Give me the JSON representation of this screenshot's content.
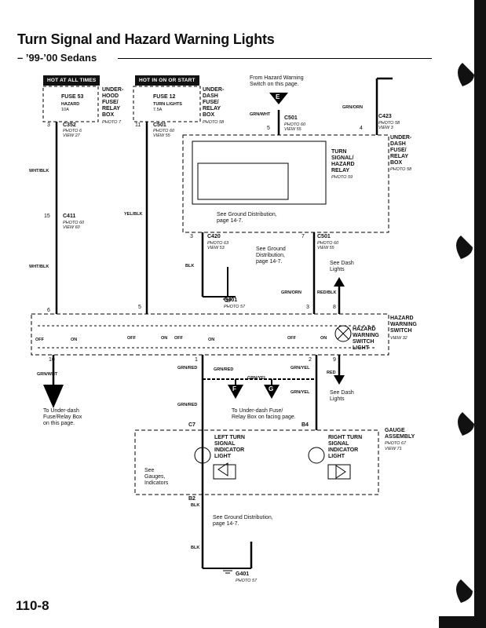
{
  "header": {
    "title": "Turn Signal and Hazard Warning Lights",
    "subtitle": "– ’99-’00 Sedans"
  },
  "page_number": "110-8",
  "hot_labels": {
    "left": "HOT AT ALL TIMES",
    "right": "HOT IN ON OR START"
  },
  "fuses": {
    "f53": {
      "name": "FUSE 53",
      "desc": "HAZARD",
      "amp": "10A",
      "box": "UNDER-\nHOOD\nFUSE/\nRELAY\nBOX",
      "photo": "PHOTO 7"
    },
    "f12": {
      "name": "FUSE 12",
      "desc": "TURN LIGHTS",
      "amp": "7.5A",
      "box": "UNDER-\nDASH\nFUSE/\nRELAY\nBOX",
      "photo": "PHOTO 58"
    }
  },
  "connectors": {
    "c352": {
      "name": "C352",
      "photo": "PHOTO 6",
      "view": "VIEW 27",
      "pin": "3"
    },
    "c501a": {
      "name": "C501",
      "photo": "PHOTO 60",
      "view": "VIEW 55",
      "pin": "11"
    },
    "c501b": {
      "name": "C501",
      "photo": "PHOTO 60",
      "view": "VIEW 55",
      "pin": "5"
    },
    "c423": {
      "name": "C423",
      "photo": "PHOTO 58",
      "view": "VIEW 3",
      "pin": "4"
    },
    "c411": {
      "name": "C411",
      "photo": "PHOTO 60",
      "view": "VIEW 60",
      "pin": "15"
    },
    "c420": {
      "name": "C420",
      "photo": "PHOTO 63",
      "view": "VIEW 53",
      "pin": "3"
    },
    "c501c": {
      "name": "C501",
      "photo": "PHOTO 60",
      "view": "VIEW 55",
      "pin": "7"
    }
  },
  "notes": {
    "from_hazard": "From Hazard Warning\nSwitch on this page.",
    "relay": "TURN\nSIGNAL/\nHAZARD\nRELAY",
    "relay_photo": "PHOTO 59",
    "underdash_fuse": "UNDER-\nDASH\nFUSE/\nRELAY\nBOX",
    "underdash_photo": "PHOTO 58",
    "see_ground_1": "See Ground Distribution,\npage 14-7.",
    "see_ground_2": "See Ground\nDistribution,\npage 14-7.",
    "see_dash_1": "See Dash\nLights",
    "see_dash_2": "See Dash\nLights",
    "g401": "G401",
    "g401_photo": "PHOTO 57",
    "hazard_switch": "HAZARD\nWARNING\nSWITCH\nLIGHT",
    "hazard_switch_title": "HAZARD\nWARNING\nSWITCH",
    "hazard_switch_view": "VIEW 32",
    "to_underdash": "To Under-dash\nFuse/Relay Box\non this page.",
    "to_underdash_facing": "To Under-dash Fuse/\nRelay Box on facing page.",
    "gauge_assembly": "GAUGE\nASSEMBLY",
    "gauge_photo": "PHOTO 67",
    "gauge_view": "VIEW 71",
    "left_turn": "LEFT TURN\nSIGNAL\nINDICATOR\nLIGHT",
    "right_turn": "RIGHT TURN\nSIGNAL\nINDICATOR\nLIGHT",
    "see_gauges": "See\nGauges,\nIndicators",
    "see_ground_3": "See Ground Distribution,\npage 14-7."
  },
  "wires": {
    "wht_blk": "WHT/BLK",
    "yel_blk": "YEL/BLK",
    "grn_wht": "GRN/WHT",
    "grn_orn": "GRN/ORN",
    "blk": "BLK",
    "red_blk": "RED/BLK",
    "grn_red": "GRN/RED",
    "grn_yel": "GRN/YEL",
    "red": "RED"
  },
  "switch": {
    "off": "OFF",
    "on": "ON"
  },
  "pins": {
    "p6": "6",
    "p5": "5",
    "p3": "3",
    "p8": "8",
    "p10": "10",
    "p1": "1",
    "p2": "2",
    "p9": "9",
    "c7": "C7",
    "b4": "B4",
    "b2": "B2"
  },
  "letters": {
    "e": "E",
    "f": "F",
    "g": "G"
  }
}
